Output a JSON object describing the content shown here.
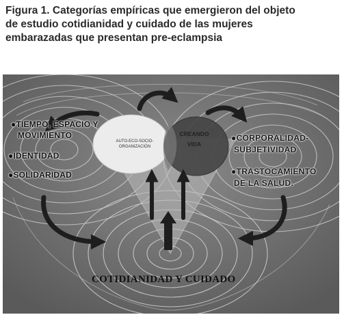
{
  "caption": {
    "line1": "Figura 1. Categorías empíricas que emergieron del objeto",
    "line2": "de estudio cotidianidad y cuidado de las mujeres",
    "line3": "embarazadas que presentan pre-eclampsia"
  },
  "diagram": {
    "left_labels": {
      "tiempo_line1": "TIEMPO, ESPACIO Y",
      "tiempo_line2": "MOVIMIENTO",
      "identidad": "IDENTIDAD",
      "solidaridad": "SOLIDARIDAD"
    },
    "center": {
      "auto_line1": "AUTO-ECO-SOCIO-",
      "auto_line2": "ORGANIZACIÓN",
      "creando_line1": "CREANDO",
      "creando_line2": "VIDA"
    },
    "right_labels": {
      "corporalidad_line1": "CORPORALIDAD-",
      "corporalidad_line2": "SUBJETIVIDAD",
      "trastocamiento_line1": "TRASTOCAMIENTO",
      "trastocamiento_line2": "DE LA SALUD."
    },
    "bottom_title": "COTIDIANIDAD Y CUIDADO",
    "bullet_glyph": "●",
    "colors": {
      "background": "#6e6e6e",
      "rings": "#d8d8d8",
      "light_circle": "#ececec",
      "dark_circle": "#444444",
      "arrows": "#1e1e1e"
    }
  }
}
